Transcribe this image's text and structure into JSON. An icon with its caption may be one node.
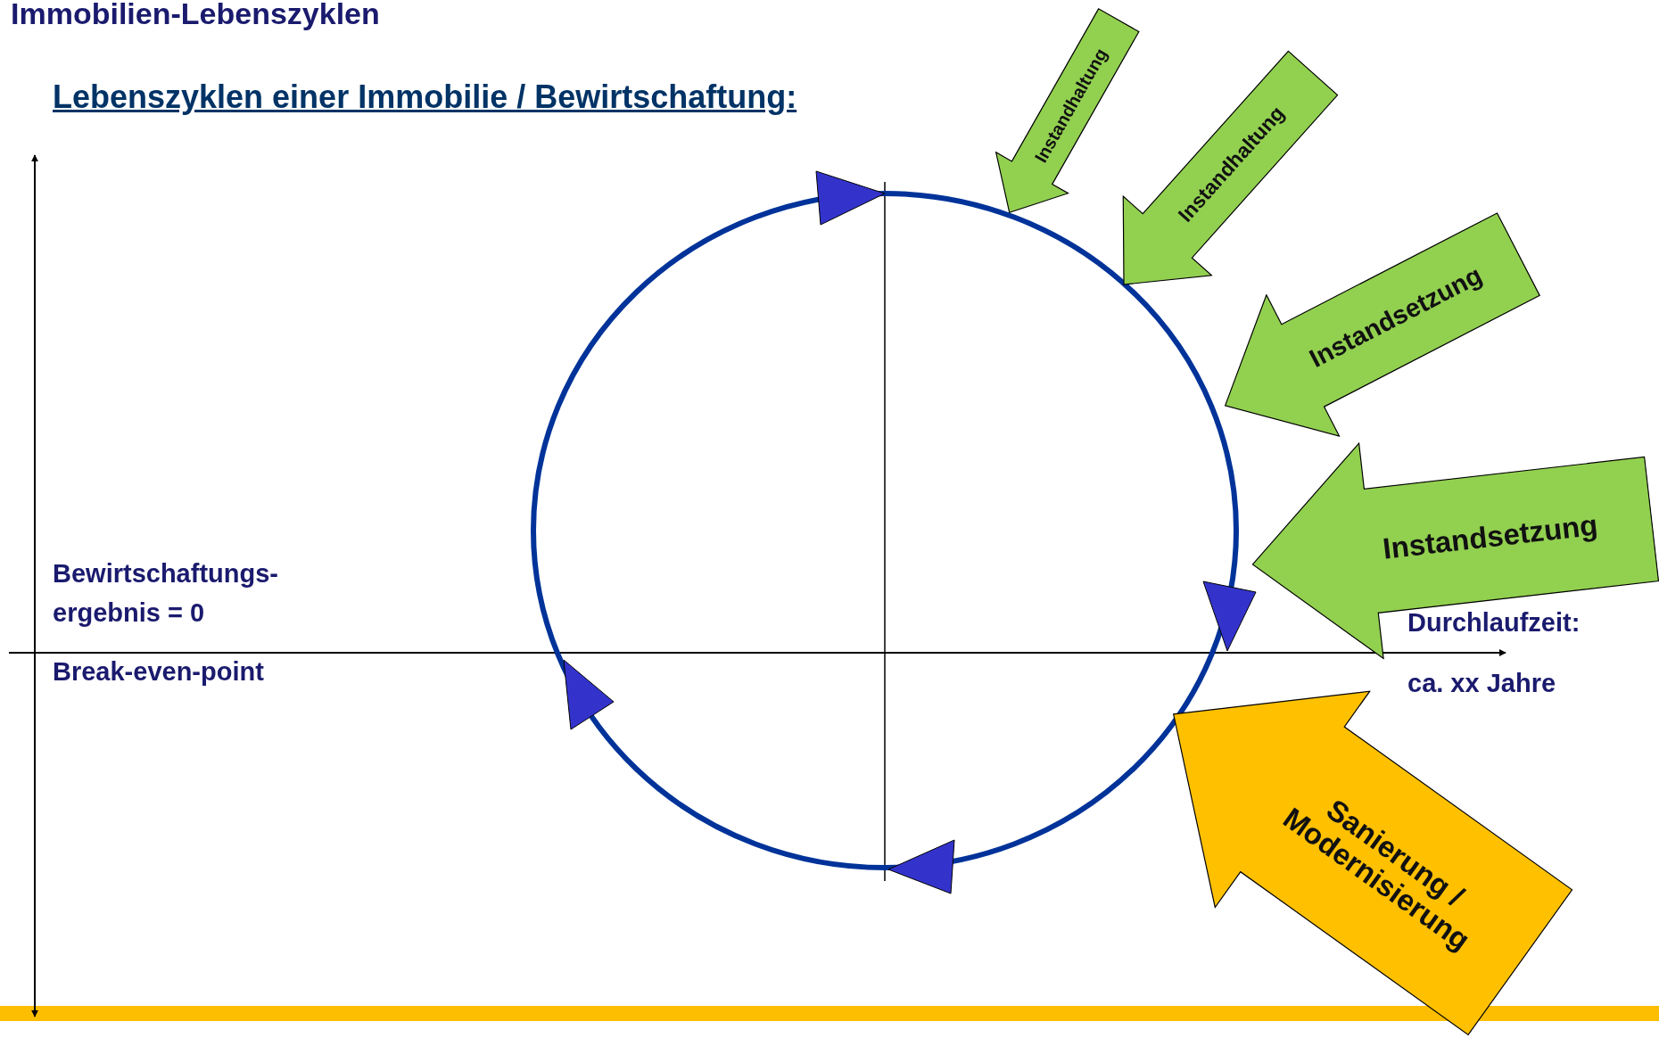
{
  "diagram": {
    "title": "Immobilien-Lebenszyklen",
    "nodes": [
      {
        "text": [
          "Instandhaltung"
        ]
      },
      {
        "text": [
          "Instandhaltung"
        ]
      },
      {
        "text": [
          "Instandsetzung"
        ]
      },
      {
        "text": [
          "Instandsetzung"
        ]
      },
      {
        "text": [
          "Sanierung / Modernisierung"
        ]
      }
    ],
    "labels": [
      "Lebenszyklen einer Immobilie / Bewirtschaftung:",
      "Bewirtschaftungs- ergebnis = 0",
      "Break-even-point",
      "Durchlaufzeit:",
      "ca. xx Jahre"
    ]
  }
}
